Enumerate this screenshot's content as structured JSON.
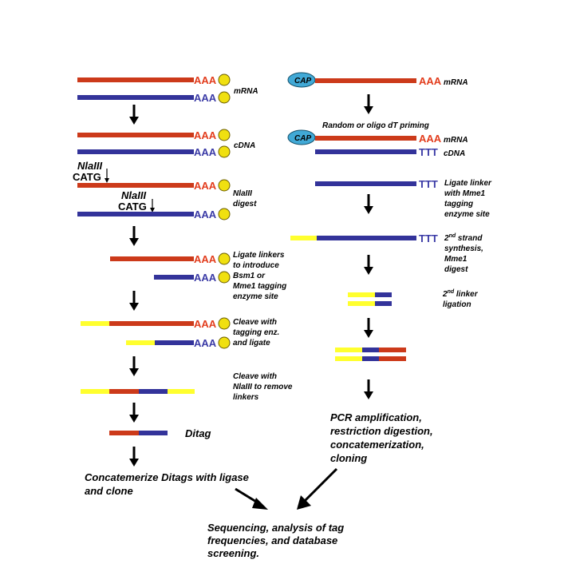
{
  "left": {
    "step1_label": "mRNA",
    "step2_label": "cDNA",
    "enzyme_a": "NlaIII",
    "site_a": "CATG",
    "enzyme_b": "NlaIII",
    "site_b": "CATG",
    "step3_label": [
      "NlaIII",
      "digest"
    ],
    "step4_label": [
      "Ligate linkers",
      "to introduce",
      "Bsm1 or",
      "Mme1 tagging",
      "enzyme site"
    ],
    "step5_label": [
      "Cleave with",
      "tagging enz.",
      "and ligate"
    ],
    "step6_label": [
      "Cleave with",
      "NlaIII to remove",
      "linkers"
    ],
    "ditag_label": "Ditag",
    "concat_label": [
      "Concatemerize Ditags with ligase",
      "and clone"
    ]
  },
  "right": {
    "cap": "CAP",
    "step1_label": "mRNA",
    "priming_label": "Random or oligo dT priming",
    "step2_label_top": "mRNA",
    "step2_label_bottom": "cDNA",
    "step3_label": [
      "Ligate linker",
      "with Mme1",
      "tagging",
      "enzyme site"
    ],
    "step4_label": [
      "2nd strand",
      "synthesis,",
      "Mme1",
      "digest"
    ],
    "step4_sup": "nd",
    "step5_label": [
      "2nd linker",
      "ligation"
    ],
    "pcr_label": [
      "PCR amplification,",
      "restriction digestion,",
      "concatemerization,",
      "cloning"
    ]
  },
  "final_label": [
    "Sequencing, analysis of tag",
    "frequencies, and database",
    "screening."
  ],
  "polyA": "AAA",
  "polyT": "TTT",
  "colors": {
    "red": "#cc3a1a",
    "blue": "#33339a",
    "yellow": "#ffff2e",
    "bead": "#f0e010",
    "cap": "#41a9d6"
  }
}
